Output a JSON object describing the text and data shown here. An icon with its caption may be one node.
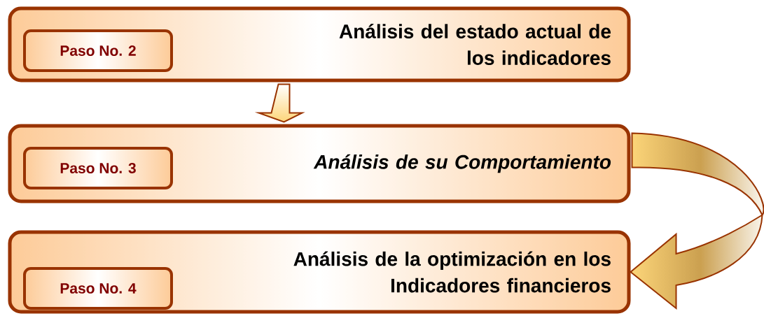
{
  "diagram": {
    "nodes": [
      {
        "text": [
          "Análisis del estado actual de los indicadores"
        ]
      },
      {
        "text": [
          "Paso No. 2"
        ],
        "in": 0
      },
      {
        "text": [
          "Análisis de su  Comportamiento"
        ]
      },
      {
        "text": [
          "Paso No. 3"
        ],
        "in": 2
      },
      {
        "text": [
          "Análisis de la optimización en los Indicadores financieros"
        ]
      },
      {
        "text": [
          "Paso No. 4"
        ],
        "in": 4
      }
    ],
    "edges": [
      {
        "from": 0,
        "to": 2,
        "arrow": "to"
      },
      {
        "from": 2,
        "to": 4,
        "arrow": "to"
      }
    ]
  }
}
